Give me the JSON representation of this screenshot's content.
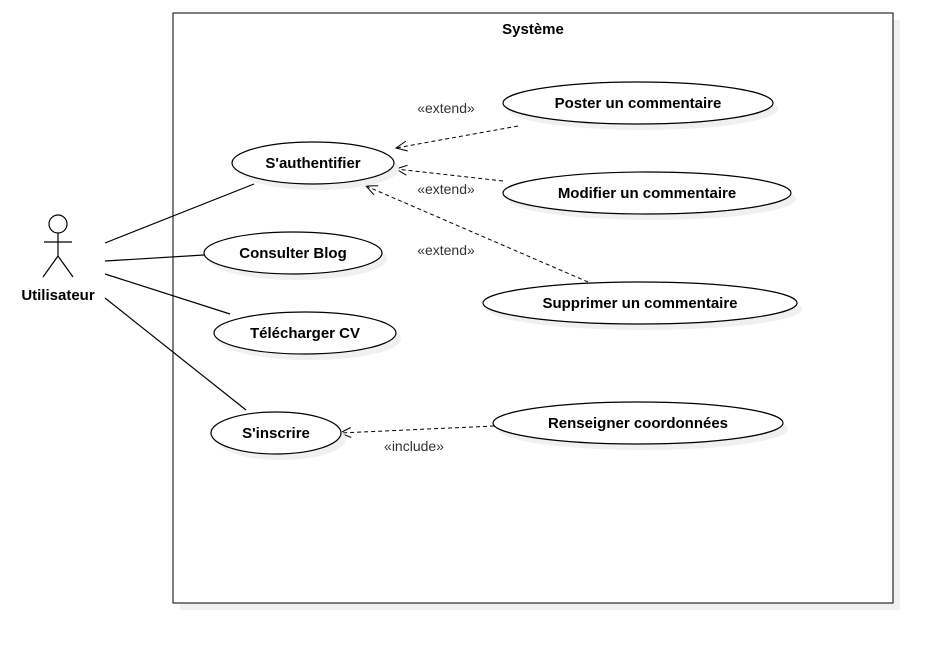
{
  "system": {
    "title": "Système"
  },
  "actor": {
    "name": "Utilisateur"
  },
  "use_cases": {
    "authentifier": "S'authentifier",
    "consulter_blog": "Consulter Blog",
    "telecharger_cv": "Télécharger CV",
    "inscrire": "S'inscrire",
    "poster_commentaire": "Poster un commentaire",
    "modifier_commentaire": "Modifier un commentaire",
    "supprimer_commentaire": "Supprimer un commentaire",
    "renseigner_coordonnees": "Renseigner coordonnées"
  },
  "stereotypes": {
    "extend_poster": "«extend»",
    "extend_modifier": "«extend»",
    "extend_supprimer": "«extend»",
    "include_inscrire": "«include»"
  },
  "colors": {
    "stroke": "#000000",
    "shadow": "#f0f0f0",
    "fill": "#ffffff"
  }
}
